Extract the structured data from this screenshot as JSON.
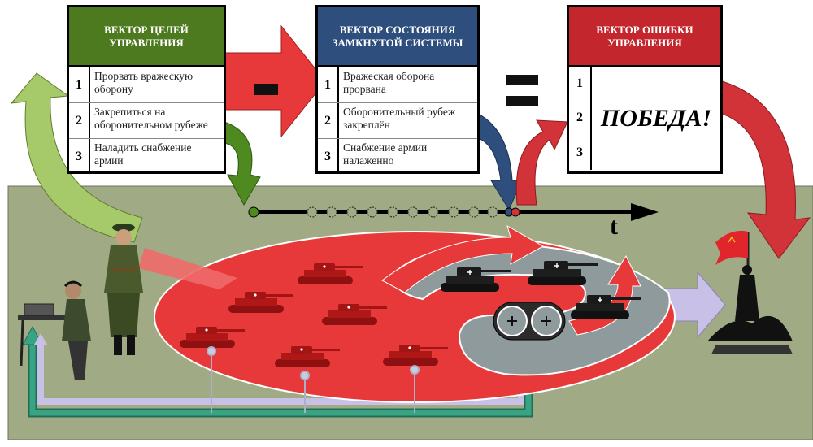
{
  "goals": {
    "title": "ВЕКТОР ЦЕЛЕЙ УПРАВЛЕНИЯ",
    "items": [
      {
        "num": "1",
        "text": "Прорвать вражескую оборону"
      },
      {
        "num": "2",
        "text": "Закрепиться на оборонительном рубеже"
      },
      {
        "num": "3",
        "text": "Наладить снабжение армии"
      }
    ]
  },
  "state": {
    "title": "ВЕКТОР СОСТОЯНИЯ ЗАМКНУТОЙ СИСТЕМЫ",
    "items": [
      {
        "num": "1",
        "text": "Вражеская оборона прорвана"
      },
      {
        "num": "2",
        "text": "Оборонительный рубеж закреплён"
      },
      {
        "num": "3",
        "text": "Снабжение армии налаженно"
      }
    ]
  },
  "error": {
    "title": "ВЕКТОР ОШИБКИ УПРАВЛЕНИЯ",
    "nums": [
      "1",
      "2",
      "3"
    ],
    "result": "ПОБЕДА!"
  },
  "timeline": {
    "axis_label": "t"
  },
  "colors": {
    "goals": "#4e7a1f",
    "state": "#2e4f7d",
    "error": "#c4262e",
    "field": "#a0aa84",
    "friendly": "#e8393a",
    "enemy": "#8e9a9c",
    "feedback_outer": "#3aa383",
    "feedback_inner": "#c8c0e6"
  },
  "icons": {
    "minus": "minus-sign-icon",
    "equals": "equals-sign-icon",
    "comparator": "summing-junction-icon",
    "flag": "victory-flag-icon"
  }
}
